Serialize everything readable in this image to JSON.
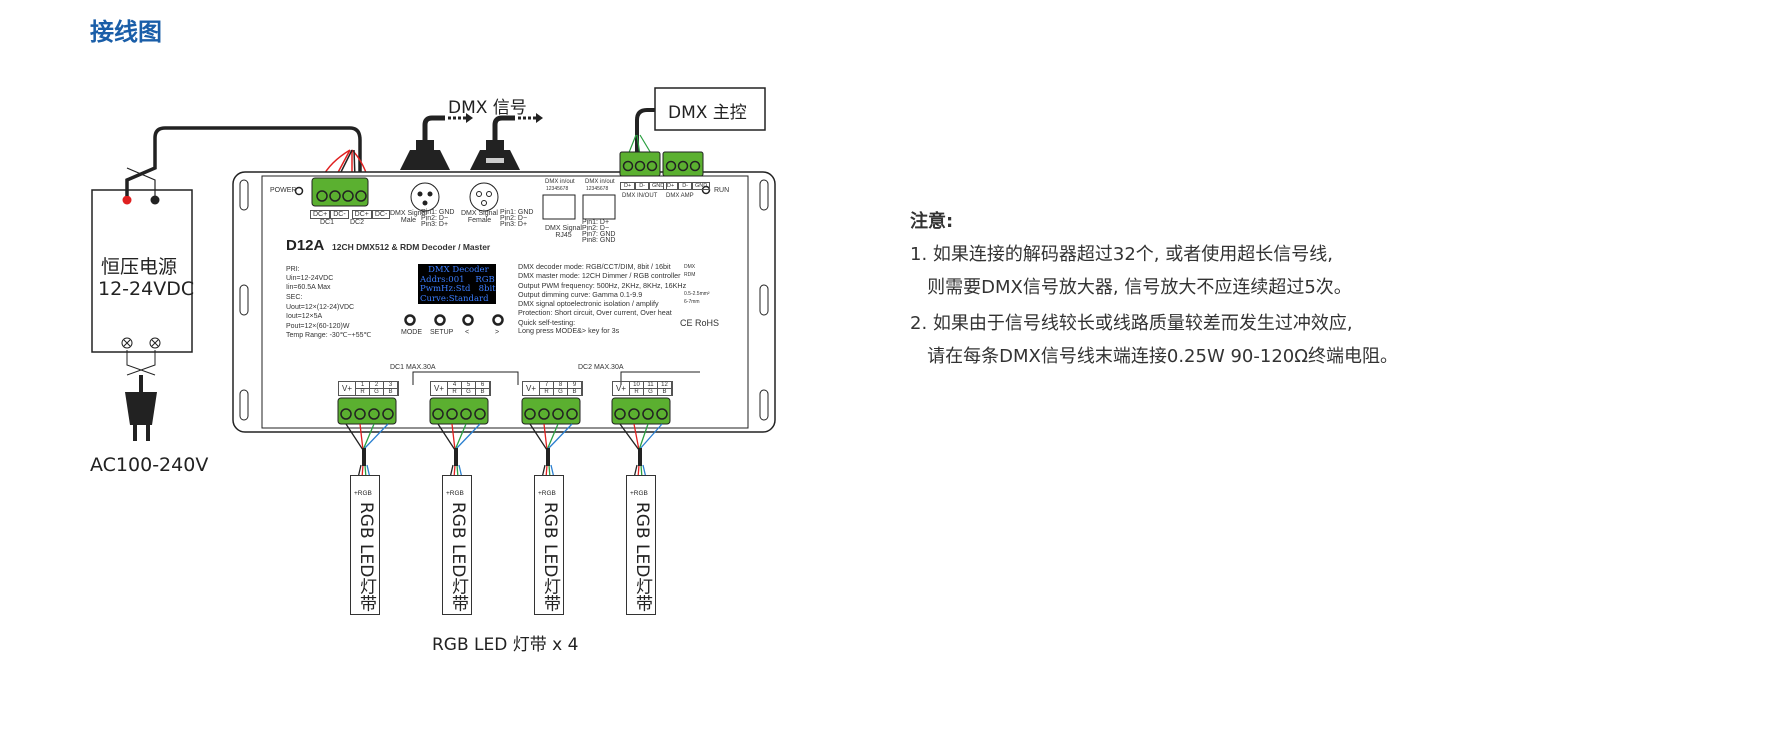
{
  "title": "接线图",
  "power_supply": {
    "line1": "恒压电源",
    "line2": "12-24VDC",
    "input": "AC100-240V"
  },
  "dmx_signal_label": "DMX 信号",
  "dmx_master_label": "DMX 主控",
  "device": {
    "power": "POWER",
    "dc_terms": [
      "DC+",
      "DC-",
      "DC+",
      "DC-"
    ],
    "dc_groups": [
      "DC1",
      "DC2"
    ],
    "xlr_male": {
      "name": "DMX Signal\nMale",
      "pins": "Pin1: GND\nPin2: D−\nPin3: D+"
    },
    "xlr_female": {
      "name": "DMX Signal\nFemale",
      "pins": "Pin1: GND\nPin2: D−\nPin3: D+"
    },
    "rj45_label": "DMX in/out",
    "rj45_pins_num": "12345678",
    "rj45_name": "DMX Signal\nRJ45",
    "rj45_pins": "Pin1: D+\nPin2: D−\nPin7: GND\nPin8: GND",
    "dmx_in_out": "DMX IN/OUT",
    "dmx_amp": "DMX  AMP",
    "term3": [
      "D+",
      "D-",
      "GND"
    ],
    "run": "RUN",
    "model": "D12A",
    "subtitle": "12CH DMX512 & RDM Decoder / Master",
    "pri": "PRI:\nUin=12-24VDC\nIin=60.5A Max",
    "sec": "SEC:\nUout=12×(12-24)VDC\nIout=12×5A\nPout=12×(60-120)W\nTemp Range: -30℃~+55℃",
    "oled": [
      "   DMX Decoder",
      "Addrs:001    RGB",
      "PwmHz:Std   8bit",
      "Curve:Standard"
    ],
    "buttons": [
      "MODE",
      "SETUP",
      "<",
      ">"
    ],
    "features": [
      "DMX decoder mode: RGB/CCT/DIM, 8bit / 16bit",
      "DMX master mode: 12CH Dimmer / RGB controller",
      "Output PWM frequency: 500Hz, 2KHz, 8KHz, 16KHz",
      "Output dimming curve: Gamma 0.1-9.9",
      "DMX signal optoelectronic isolation / amplify",
      "Protection: Short circuit, Over current, Over heat"
    ],
    "self_test": "Quick self-testing:\nLong press MODE&> key for 3s",
    "rdm": "DMX\nRDM",
    "wire": "0.5-2.5mm²\n6-7mm",
    "cert": "CE RoHS",
    "dc1_max": "DC1  MAX.30A",
    "dc2_max": "DC2  MAX.30A",
    "outputs": [
      {
        "v": "V+",
        "n": [
          "1",
          "2",
          "3"
        ]
      },
      {
        "v": "V+",
        "n": [
          "4",
          "5",
          "6"
        ]
      },
      {
        "v": "V+",
        "n": [
          "7",
          "8",
          "9"
        ]
      },
      {
        "v": "V+",
        "n": [
          "10",
          "11",
          "12"
        ]
      }
    ],
    "rgb": [
      "R",
      "G",
      "B"
    ]
  },
  "strips": [
    {
      "pol": "+RGB",
      "label": "RGB LED灯带"
    },
    {
      "pol": "+RGB",
      "label": "RGB LED灯带"
    },
    {
      "pol": "+RGB",
      "label": "RGB LED灯带"
    },
    {
      "pol": "+RGB",
      "label": "RGB LED灯带"
    }
  ],
  "strips_caption": "RGB LED 灯带 x 4",
  "notes": {
    "heading": "注意:",
    "items": [
      "1. 如果连接的解码器超过32个, 或者使用超长信号线,",
      "   则需要DMX信号放大器, 信号放大不应连续超过5次。",
      "2. 如果由于信号线较长或线路质量较差而发生过冲效应,",
      "   请在每条DMX信号线末端连接0.25W 90-120Ω终端电阻。"
    ]
  },
  "colors": {
    "title": "#1a5ea8",
    "terminal": "#5bb030",
    "red": "#e02020",
    "blue": "#2a7fd0"
  }
}
